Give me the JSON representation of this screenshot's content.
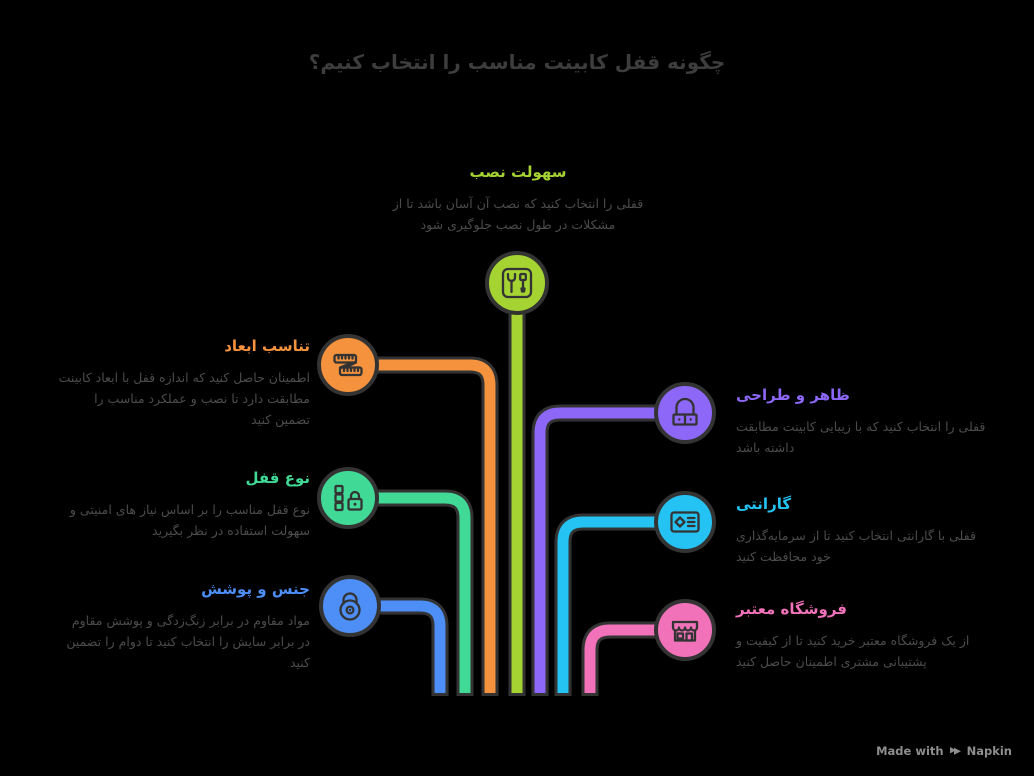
{
  "page": {
    "title": "چگونه قفل کابینت مناسب را انتخاب کنیم؟",
    "background": "#000000",
    "title_color": "#3d3d3d",
    "body_text_color": "#4c4c4c",
    "outline_color": "#333333"
  },
  "branches": [
    {
      "id": "installation-ease",
      "label": "سهولت نصب",
      "description": "قفلی را انتخاب کنید که نصب آن آسان باشد تا از مشکلات در طول نصب جلوگیری شود",
      "color": "#a4d332",
      "icon": "tools-icon",
      "position": "top-center"
    },
    {
      "id": "size-fit",
      "label": "تناسب ابعاد",
      "description": "اطمینان حاصل کنید که اندازه قفل با ابعاد کابینت مطابقت دارد تا نصب و عملکرد مناسب را تضمین کنید",
      "color": "#f5923d",
      "icon": "measuring-tape-icon",
      "position": "left-top"
    },
    {
      "id": "lock-type",
      "label": "نوع قفل",
      "description": "نوع قفل مناسب را بر اساس نیاز های امنیتی و سهولت استفاده در نظر بگیرید",
      "color": "#40d996",
      "icon": "lock-list-icon",
      "position": "left-middle"
    },
    {
      "id": "material-coating",
      "label": "جنس و پوشش",
      "description": "مواد مقاوم در برابر زنگ‌زدگی و پوشش مقاوم در برابر سایش را انتخاب کنید تا دوام را تضمین کنید",
      "color": "#4d8ef7",
      "icon": "round-padlock-icon",
      "position": "left-bottom"
    },
    {
      "id": "appearance-design",
      "label": "ظاهر و طراحی",
      "description": "قفلی را انتخاب کنید که با زیبایی کابینت مطابقت داشته باشد",
      "color": "#8c67f8",
      "icon": "design-padlock-icon",
      "position": "right-top"
    },
    {
      "id": "warranty",
      "label": "گارانتی",
      "description": "قفلی با گارانتی انتخاب کنید تا از سرمایه‌گذاری خود محافظت کنید",
      "color": "#25c3f3",
      "icon": "warranty-card-icon",
      "position": "right-middle"
    },
    {
      "id": "trusted-store",
      "label": "فروشگاه معتبر",
      "description": "از یک فروشگاه معتبر خرید کنید تا از کیفیت و پشتیبانی مشتری اطمینان حاصل کنید",
      "color": "#f272ba",
      "icon": "storefront-icon",
      "position": "right-bottom"
    }
  ],
  "footer": {
    "made_with": "Made with",
    "brand": "Napkin",
    "color": "#8e8e8e"
  }
}
